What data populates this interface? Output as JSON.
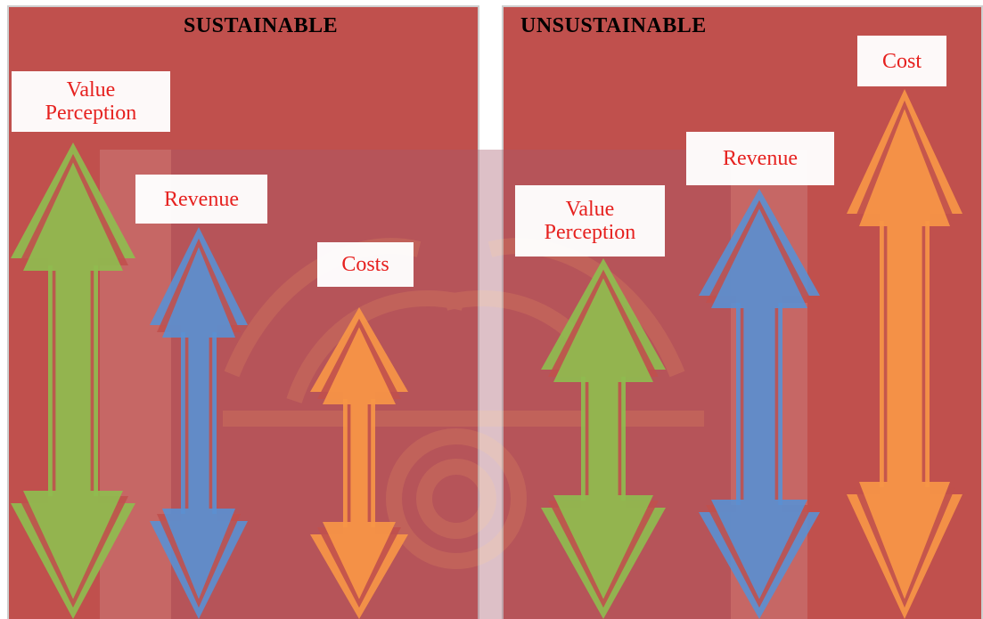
{
  "panels": {
    "left": {
      "title": "SUSTAINABLE",
      "labels": {
        "value_perception": "Value\nPerception",
        "revenue": "Revenue",
        "costs": "Costs"
      }
    },
    "right": {
      "title": "UNSUSTAINABLE",
      "labels": {
        "value_perception": "Value\nPerception",
        "revenue": "Revenue",
        "cost": "Cost"
      }
    }
  },
  "colors": {
    "background": "#c0504d",
    "label_text": "#e8201e",
    "value_perception_arrow": "#8fbc4f",
    "revenue_arrow": "#5b8fd0",
    "cost_arrow": "#f79646"
  }
}
